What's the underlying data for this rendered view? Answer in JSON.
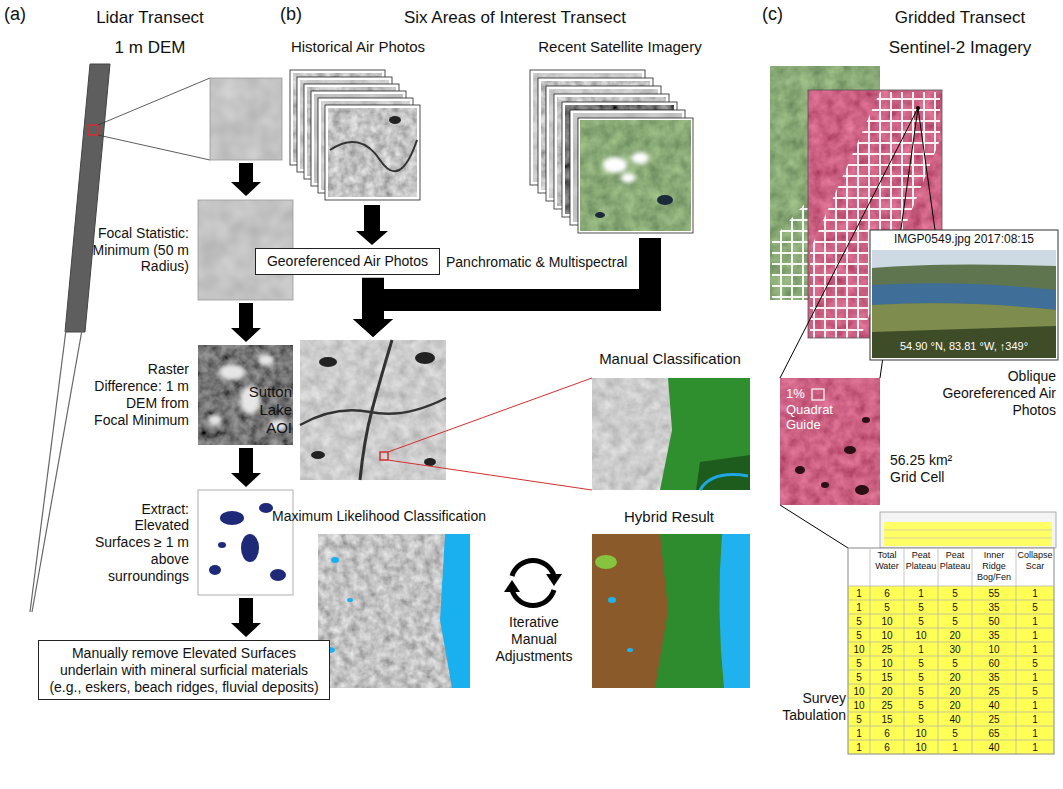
{
  "diagram": {
    "nodes": [
      {
        "text": [
          "Focal Statistic: Minimum (50 m Radius)"
        ]
      },
      {
        "text": [
          "Raster Difference: 1 m DEM from Focal Minimum"
        ]
      },
      {
        "text": [
          "Extract: Elevated Surfaces ≥ 1 m above surroundings"
        ]
      },
      {
        "text": [
          "Manually remove Elevated Surfaces underlain with mineral surficial materials (e.g., eskers, beach ridges, fluvial deposits)"
        ]
      },
      {
        "text": [
          "Historical Air Photos"
        ]
      },
      {
        "text": [
          "Recent Satellite Imagery"
        ]
      },
      {
        "text": [
          "Georeferenced Air Photos"
        ]
      },
      {
        "text": [
          "Sutton Lake AOI"
        ]
      },
      {
        "text": [
          "Manual Classification"
        ]
      },
      {
        "text": [
          "Maximum Likelihood Classification"
        ]
      },
      {
        "text": [
          "Hybrid Result"
        ]
      }
    ],
    "edges": [
      {
        "from": 0,
        "to": 1,
        "arrow": "to"
      },
      {
        "from": 1,
        "to": 2,
        "arrow": "to"
      },
      {
        "from": 2,
        "to": 3,
        "arrow": "to"
      },
      {
        "from": 4,
        "to": 6,
        "arrow": "to"
      },
      {
        "from": 5,
        "to": 7,
        "arrow": "to"
      },
      {
        "from": 6,
        "to": 7,
        "arrow": "to"
      }
    ],
    "labels": [
      "(a)",
      "Lidar Transect",
      "1 m DEM",
      "(b)",
      "Six Areas of Interest Transect",
      "(c)",
      "Gridded Transect",
      "Sentinel-2 Imagery",
      "Panchromatic & Multispectral",
      "IMGP0549.jpg 2017:08:15",
      "54.90 °N, 83.81 °W, ↑349°",
      "1% Quadrat Guide",
      "Oblique Georeferenced Air Photos",
      "56.25 km² Grid Cell",
      "Iterative Manual Adjustments",
      "Survey Tabulation",
      "Total Water",
      "Peat Plateau",
      "Peat Plateau",
      "Inner Ridge Bog/Fen",
      "Collapse Scar",
      "1",
      "6",
      "1",
      "5",
      "55",
      "1",
      "1",
      "5",
      "5",
      "5",
      "35",
      "5",
      "5",
      "10",
      "5",
      "5",
      "50",
      "1",
      "5",
      "10",
      "10",
      "20",
      "35",
      "1",
      "10",
      "25",
      "1",
      "30",
      "10",
      "1",
      "5",
      "10",
      "5",
      "5",
      "60",
      "5",
      "5",
      "15",
      "5",
      "20",
      "35",
      "1",
      "10",
      "20",
      "5",
      "20",
      "25",
      "5",
      "10",
      "25",
      "5",
      "20",
      "40",
      "1",
      "5",
      "15",
      "5",
      "40",
      "25",
      "1",
      "1",
      "6",
      "10",
      "5",
      "65",
      "1",
      "1",
      "6",
      "10",
      "1",
      "40",
      "1"
    ]
  }
}
